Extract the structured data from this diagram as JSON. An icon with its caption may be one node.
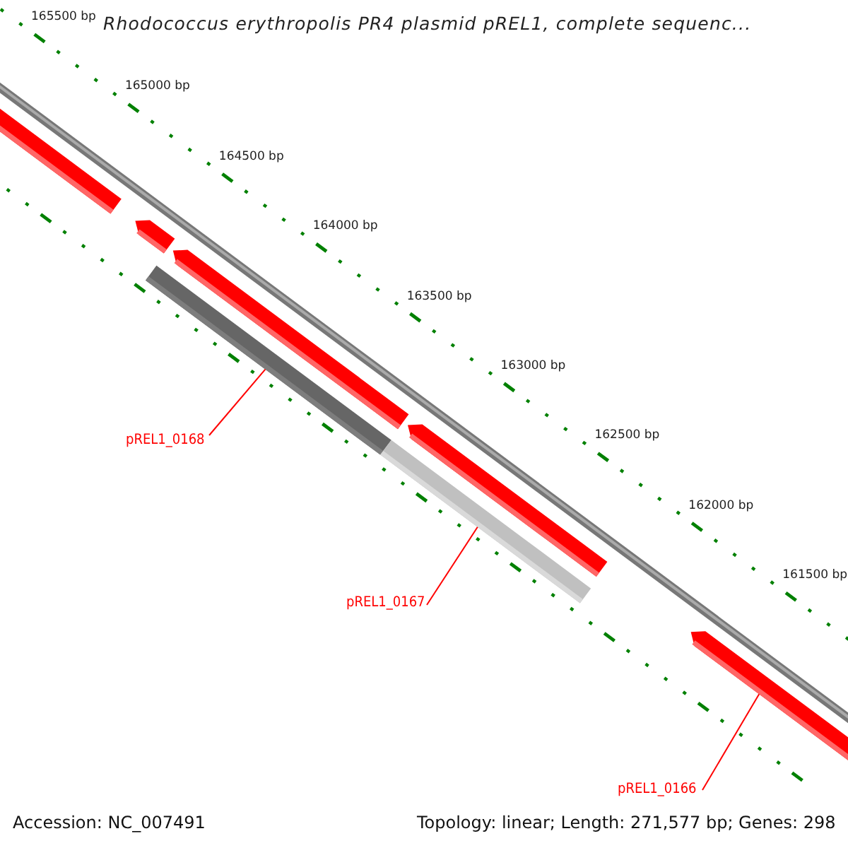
{
  "diagram": {
    "title": "Rhodococcus erythropolis PR4 plasmid pREL1, complete sequenc...",
    "nodes": [
      {
        "text": [
          "pREL1_0168"
        ]
      },
      {
        "text": [
          "pREL1_0167"
        ]
      },
      {
        "text": [
          "pREL1_0166"
        ]
      },
      {
        "text": [],
        "shape": "bar"
      },
      {
        "text": [],
        "shape": "bar"
      },
      {
        "text": [],
        "shape": "bar"
      }
    ],
    "edges": [
      {
        "from": 0,
        "to": 3,
        "arrow": "none"
      },
      {
        "from": 1,
        "to": 4,
        "arrow": "none"
      },
      {
        "from": 2,
        "to": 5,
        "arrow": "none"
      }
    ],
    "labels": [
      "165500 bp",
      "165000 bp",
      "164500 bp",
      "164000 bp",
      "163500 bp",
      "163000 bp",
      "162500 bp",
      "162000 bp",
      "161500 bp",
      "Accession: NC_007491",
      "Topology: linear; Length: 271,577 bp; Genes: 298"
    ]
  }
}
